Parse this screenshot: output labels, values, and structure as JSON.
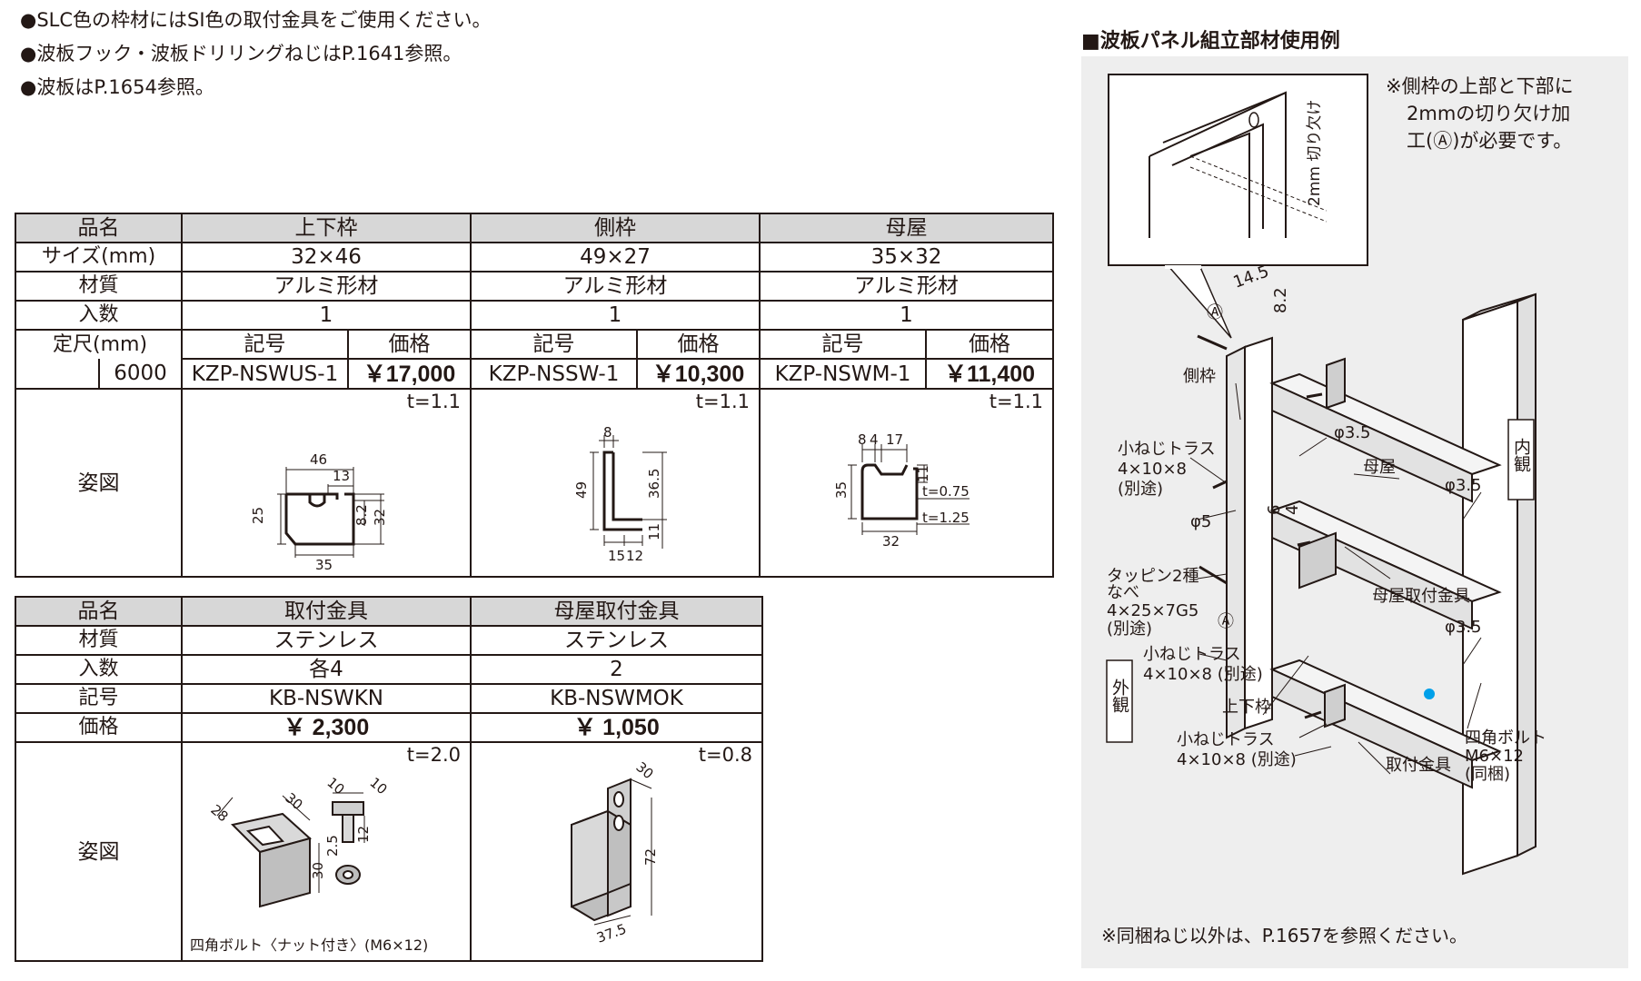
{
  "notes": [
    "●SLC色の枠材にはSI色の取付金具をご使用ください。",
    "●波板フック・波板ドリリングねじはP.1641参照。",
    "●波板はP.1654参照。"
  ],
  "table1": {
    "row_labels": {
      "name": "品名",
      "size": "サイズ(mm)",
      "material": "材質",
      "qty": "入数",
      "length": "定尺(mm)",
      "length_value": "6000",
      "figure": "姿図"
    },
    "sub_headers": {
      "code": "記号",
      "price": "価格"
    },
    "columns": [
      {
        "name": "上下枠",
        "size": "32×46",
        "material": "アルミ形材",
        "qty": "1",
        "code": "KZP-NSWUS-1",
        "price": "￥17,000",
        "thickness": "t=1.1"
      },
      {
        "name": "側枠",
        "size": "49×27",
        "material": "アルミ形材",
        "qty": "1",
        "code": "KZP-NSSW-1",
        "price": "￥10,300",
        "thickness": "t=1.1"
      },
      {
        "name": "母屋",
        "size": "35×32",
        "material": "アルミ形材",
        "qty": "1",
        "code": "KZP-NSWM-1",
        "price": "￥11,400",
        "thickness": "t=1.1"
      }
    ],
    "fig1_dims": {
      "w46": "46",
      "w13": "13",
      "h25": "25",
      "h8_2": "8.2",
      "h32": "32",
      "w35": "35"
    },
    "fig2_dims": {
      "w8": "8",
      "h49": "49",
      "h36_5": "36.5",
      "h11": "11",
      "w15": "15",
      "w12": "12"
    },
    "fig3_dims": {
      "w8": "8",
      "w4": "4",
      "w17": "17",
      "h35": "35",
      "h11": "11",
      "t075": "t=0.75",
      "w32": "32",
      "t125": "t=1.25"
    }
  },
  "table2": {
    "row_labels": {
      "name": "品名",
      "material": "材質",
      "qty": "入数",
      "code": "記号",
      "price": "価格",
      "figure": "姿図"
    },
    "columns": [
      {
        "name": "取付金具",
        "material": "ステンレス",
        "qty": "各4",
        "code": "KB-NSWKN",
        "price": "￥ 2,300",
        "thickness": "t=2.0"
      },
      {
        "name": "母屋取付金具",
        "material": "ステンレス",
        "qty": "2",
        "code": "KB-NSWMOK",
        "price": "￥ 1,050",
        "thickness": "t=0.8"
      }
    ],
    "fig1_dims": {
      "d28": "28",
      "d30": "30",
      "h30": "30",
      "b10a": "10",
      "b10b": "10",
      "b2_5": "2.5",
      "b12": "12"
    },
    "fig1_caption": "四角ボルト〈ナット付き〉(M6×12)",
    "fig2_dims": {
      "d30": "30",
      "h72": "72",
      "w37_5": "37.5"
    }
  },
  "right_panel": {
    "title": "■波板パネル組立部材使用例",
    "note_lines": [
      "※側枠の上部と下部に",
      "2mmの切り欠け加",
      "工(Ⓐ)が必要です。"
    ],
    "notch_label": "2mm 切り欠け",
    "labels": {
      "dim14_5": "14.5",
      "dim8_2": "8.2",
      "circleA_top": "Ⓐ",
      "sideframe": "側枠",
      "phi3_5_a": "φ3.5",
      "purlin": "母屋",
      "phi3_5_b": "φ3.5",
      "screw1_name": "小ねじトラス",
      "screw1_size": "4×10×8",
      "screw1_note": "(別途)",
      "dim6": "6",
      "dim4": "4",
      "phi5": "φ5",
      "tappin_1": "タッピン2種",
      "tappin_2": "なべ",
      "tappin_3": "4×25×7G5",
      "tappin_4": "(別途)",
      "purlin_bracket": "母屋取付金具",
      "circleA_bottom": "Ⓐ",
      "phi3_5_c": "φ3.5",
      "screw2_name": "小ねじトラス",
      "screw2_size": "4×10×8 (別途)",
      "topbottom": "上下枠",
      "screw3_name": "小ねじトラス",
      "screw3_size": "4×10×8 (別途)",
      "bracket": "取付金具",
      "bolt_name": "四角ボルト",
      "bolt_size": "M6×12",
      "bolt_note": "(同梱)",
      "inner": "内観",
      "outer": "外観"
    },
    "footnote": "※同梱ねじ以外は、P.1657を参照ください。"
  }
}
